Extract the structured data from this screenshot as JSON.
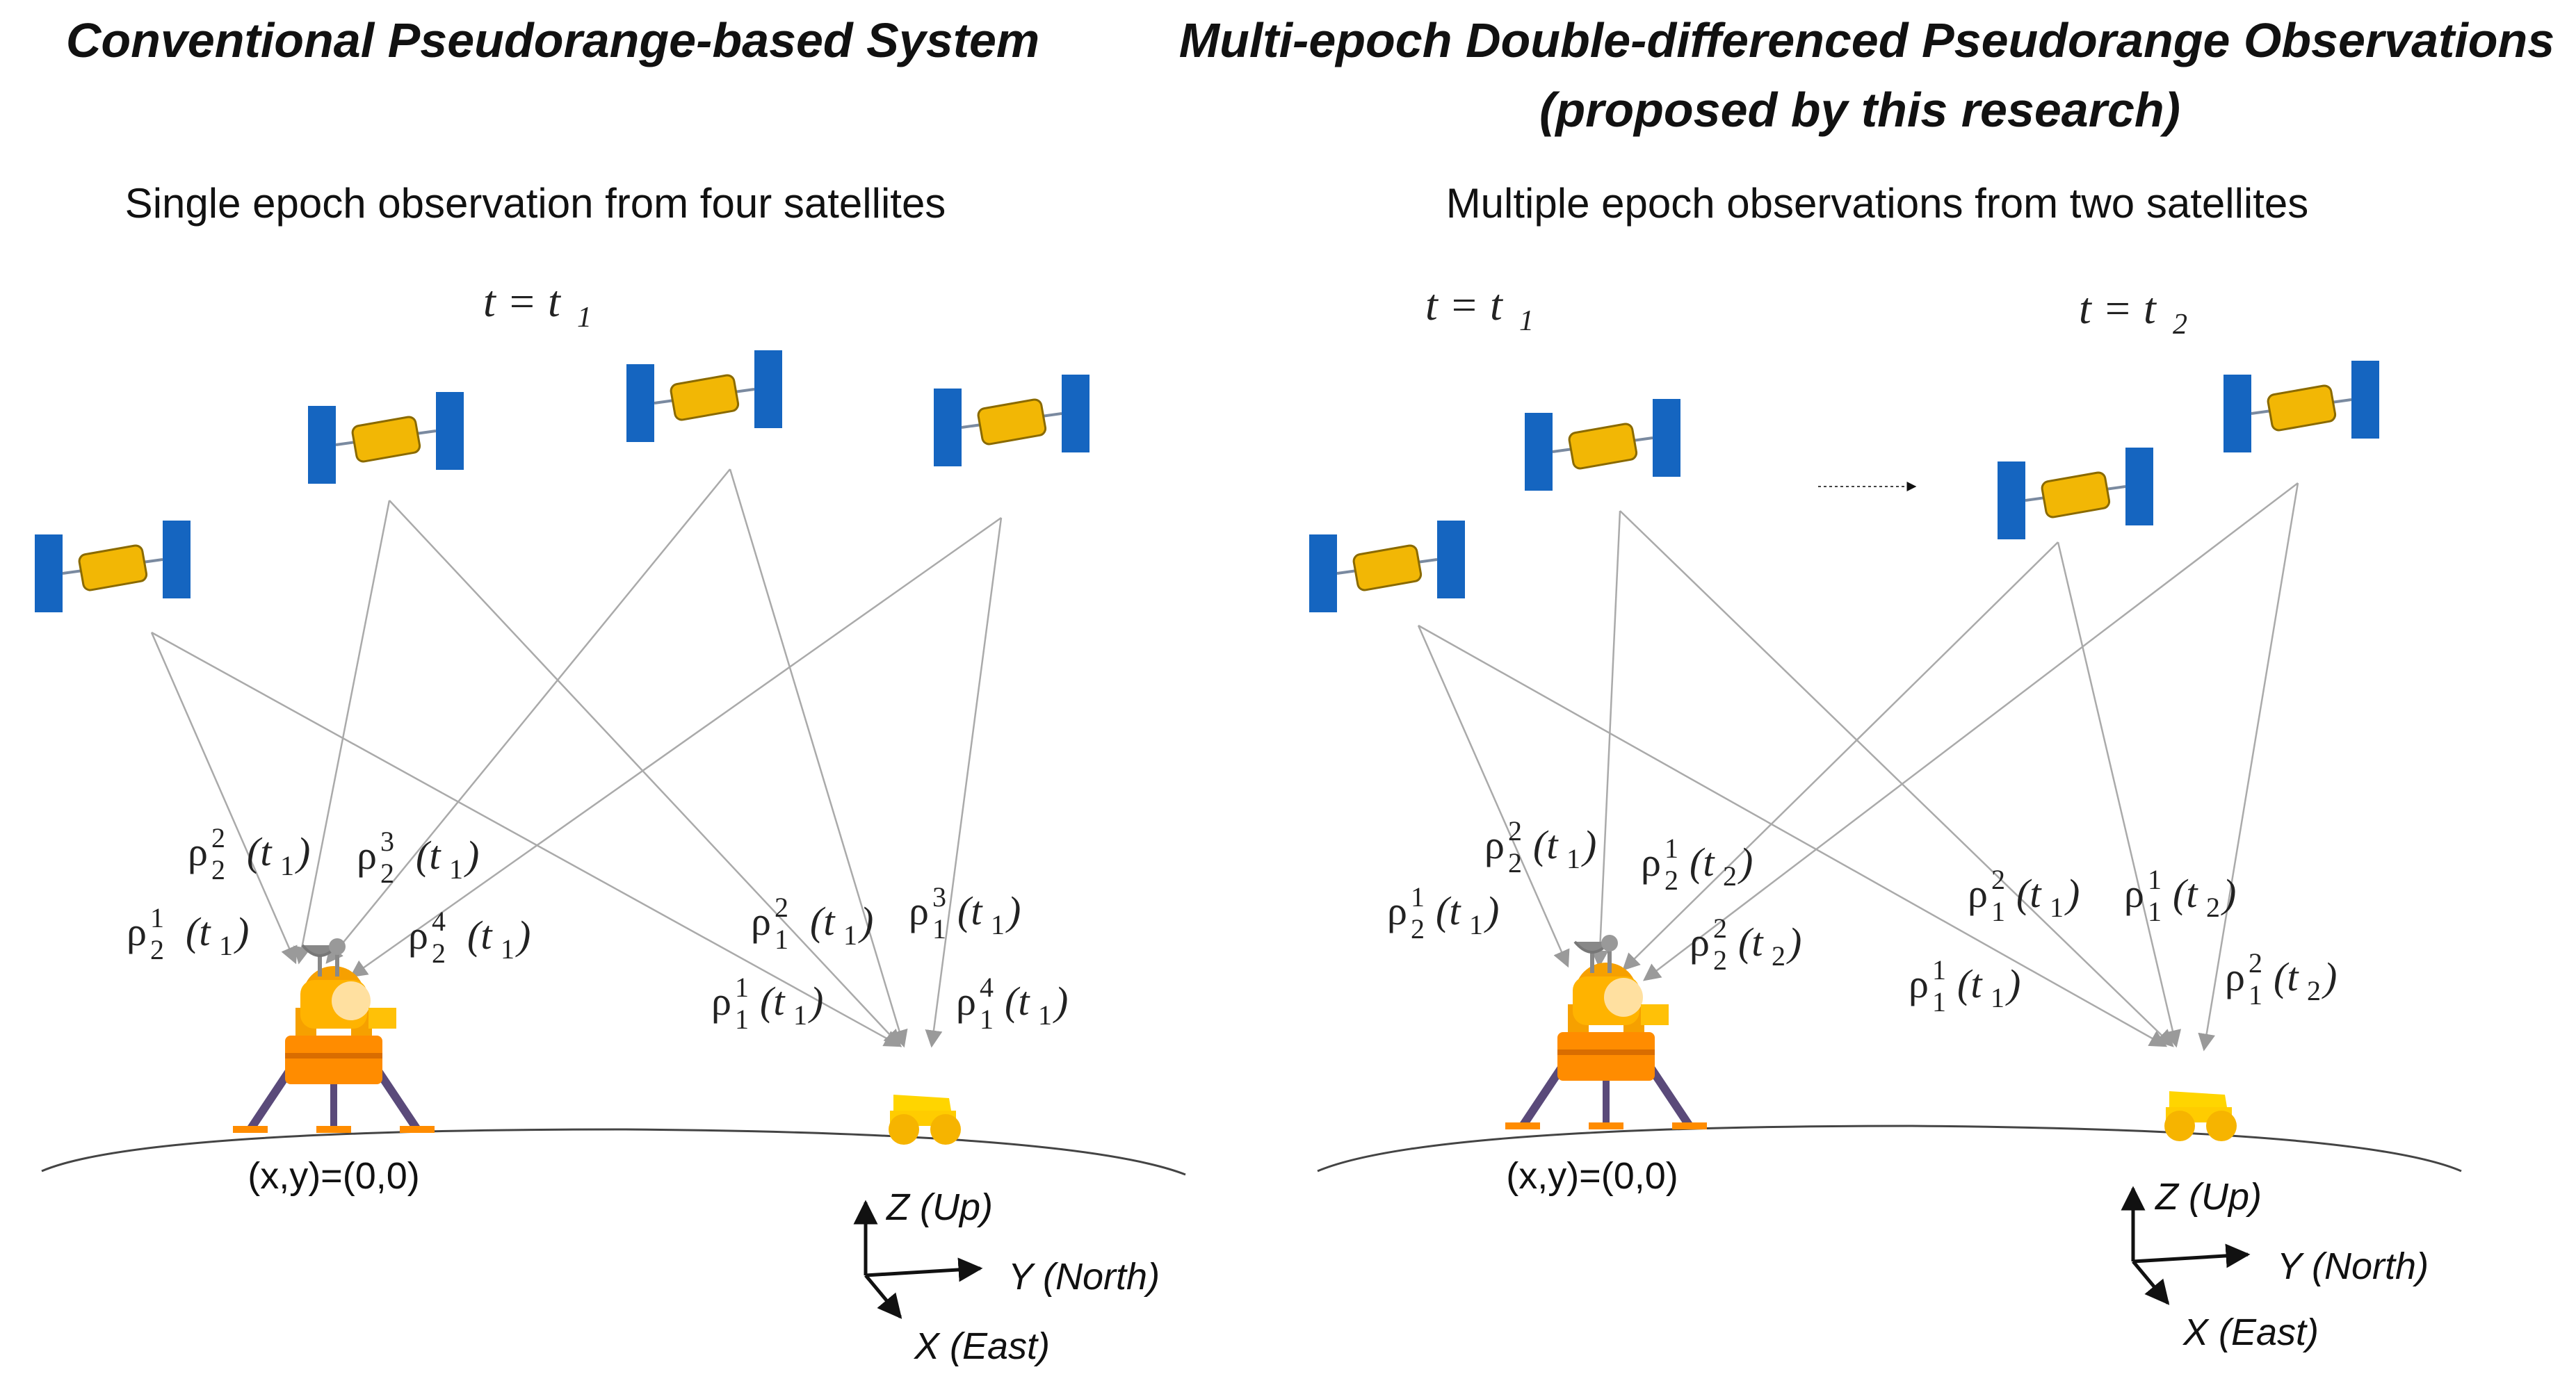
{
  "left_panel": {
    "title": "Conventional Pseudorange-based System",
    "subtitle": "Single epoch observation from four satellites",
    "epoch_label": "t = t1",
    "origin_label": "(x,y)=(0,0)",
    "axes": {
      "z": "Z (Up)",
      "y": "Y (North)",
      "x": "X (East)"
    },
    "observations": [
      {
        "rho": "ρ",
        "sup": "2",
        "sub": "2",
        "time": "(t1)"
      },
      {
        "rho": "ρ",
        "sup": "3",
        "sub": "2",
        "time": "(t1)"
      },
      {
        "rho": "ρ",
        "sup": "1",
        "sub": "2",
        "time": "(t1)"
      },
      {
        "rho": "ρ",
        "sup": "4",
        "sub": "2",
        "time": "(t1)"
      },
      {
        "rho": "ρ",
        "sup": "2",
        "sub": "1",
        "time": "(t1)"
      },
      {
        "rho": "ρ",
        "sup": "3",
        "sub": "1",
        "time": "(t1)"
      },
      {
        "rho": "ρ",
        "sup": "1",
        "sub": "1",
        "time": "(t1)"
      },
      {
        "rho": "ρ",
        "sup": "4",
        "sub": "1",
        "time": "(t1)"
      }
    ]
  },
  "right_panel": {
    "title_line1": "Multi-epoch Double-differenced Pseudorange Observations",
    "title_line2": "(proposed by this research)",
    "subtitle": "Multiple epoch observations from two satellites",
    "epoch_label_1": "t = t1",
    "epoch_label_2": "t = t2",
    "origin_label": "(x,y)=(0,0)",
    "axes": {
      "z": "Z (Up)",
      "y": "Y (North)",
      "x": "X (East)"
    },
    "observations": [
      {
        "rho": "ρ",
        "sup": "2",
        "sub": "2",
        "time": "(t1)"
      },
      {
        "rho": "ρ",
        "sup": "1",
        "sub": "2",
        "time": "(t2)"
      },
      {
        "rho": "ρ",
        "sup": "1",
        "sub": "2",
        "time": "(t1)"
      },
      {
        "rho": "ρ",
        "sup": "2",
        "sub": "2",
        "time": "(t2)"
      },
      {
        "rho": "ρ",
        "sup": "2",
        "sub": "1",
        "time": "(t1)"
      },
      {
        "rho": "ρ",
        "sup": "1",
        "sub": "1",
        "time": "(t2)"
      },
      {
        "rho": "ρ",
        "sup": "1",
        "sub": "1",
        "time": "(t1)"
      },
      {
        "rho": "ρ",
        "sup": "2",
        "sub": "1",
        "time": "(t2)"
      }
    ]
  },
  "colors": {
    "satellite_panel": "#1565c0",
    "satellite_body": "#f2b705",
    "signal_line": "#aaaaaa",
    "rover": "#ffd500",
    "lander_orange": "#ff8c00",
    "lander_legs": "#5a4a7a"
  }
}
